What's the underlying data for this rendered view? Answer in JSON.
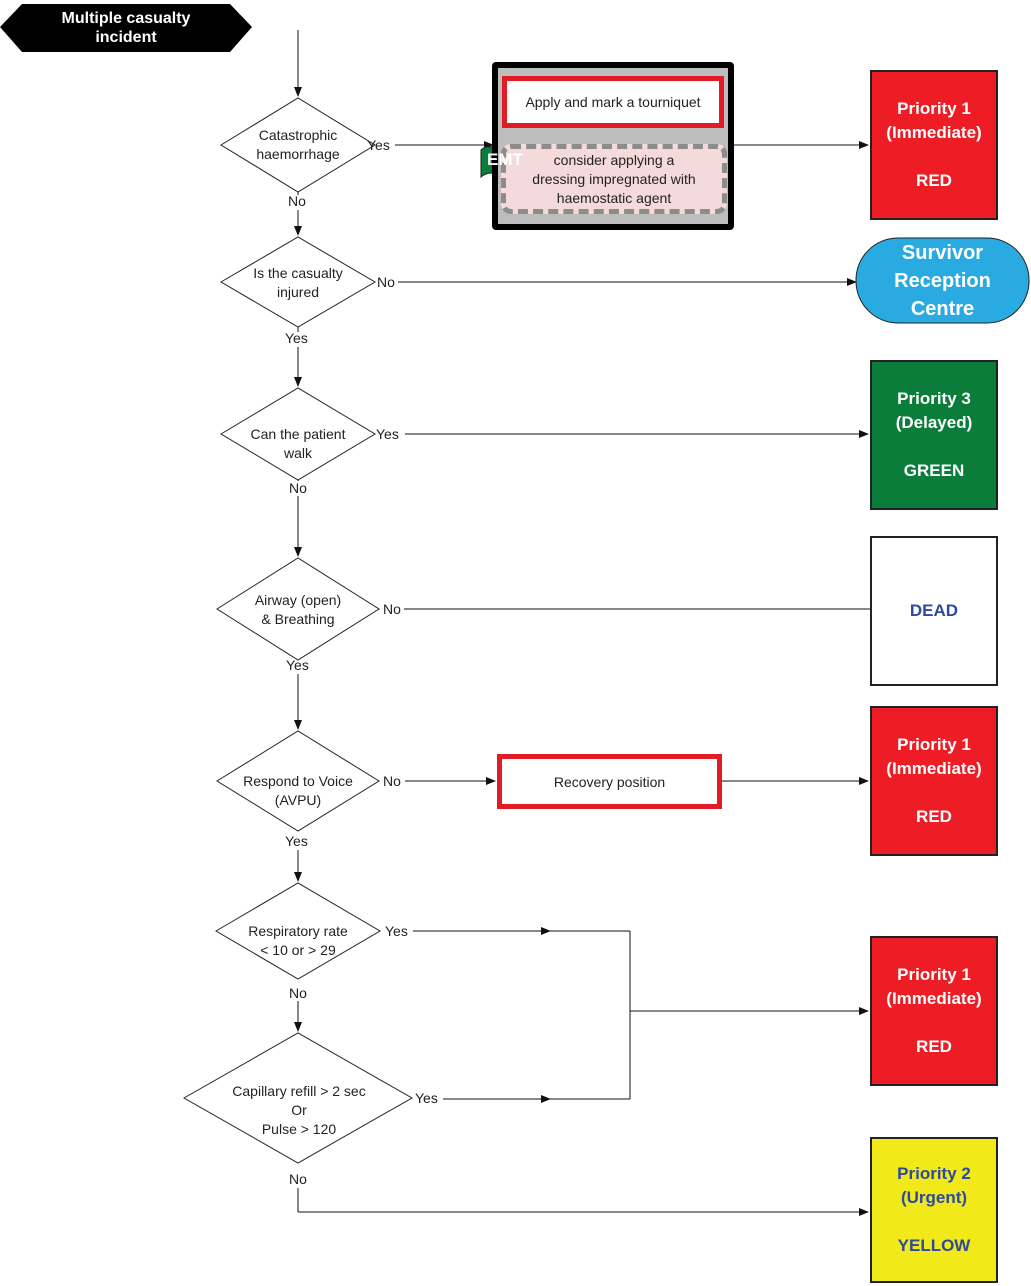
{
  "start": {
    "label": "Multiple casualty incident"
  },
  "decisions": [
    {
      "id": "haem",
      "lines": [
        "Catastrophic",
        "haemorrhage"
      ]
    },
    {
      "id": "injured",
      "lines": [
        "Is the casualty",
        "injured"
      ]
    },
    {
      "id": "walk",
      "lines": [
        "Can the patient",
        "walk"
      ]
    },
    {
      "id": "airway",
      "lines": [
        "Airway (open)",
        "& Breathing"
      ]
    },
    {
      "id": "voice",
      "lines": [
        "Respond to Voice",
        "(AVPU)"
      ]
    },
    {
      "id": "resp",
      "lines": [
        "Respiratory rate",
        "< 10 or > 29"
      ]
    },
    {
      "id": "cap",
      "lines": [
        "Capillary refill > 2 sec",
        "Or",
        "Pulse > 120"
      ]
    }
  ],
  "edge_labels": {
    "yes": "Yes",
    "no": "No"
  },
  "tourniquet_box": {
    "action": "Apply and mark a tourniquet",
    "emt_badge": "EMT",
    "emt_note": "consider applying a dressing impregnated with haemostatic agent"
  },
  "recovery_box": {
    "label": "Recovery position"
  },
  "outcomes": {
    "p1_haem": {
      "line1": "Priority 1",
      "line2": "(Immediate)",
      "color_label": "RED",
      "color": "#ee1c24"
    },
    "survivor": {
      "line1": "Survivor",
      "line2": "Reception",
      "line3": "Centre",
      "color": "#29abe2"
    },
    "p3": {
      "line1": "Priority 3",
      "line2": "(Delayed)",
      "color_label": "GREEN",
      "color": "#0a7d3b"
    },
    "dead": {
      "label": "DEAD",
      "color": "#ffffff"
    },
    "p1_voice": {
      "line1": "Priority 1",
      "line2": "(Immediate)",
      "color_label": "RED",
      "color": "#ee1c24"
    },
    "p1_resp": {
      "line1": "Priority 1",
      "line2": "(Immediate)",
      "color_label": "RED",
      "color": "#ee1c24"
    },
    "p2": {
      "line1": "Priority 2",
      "line2": "(Urgent)",
      "color_label": "YELLOW",
      "color": "#f2ea18"
    }
  }
}
